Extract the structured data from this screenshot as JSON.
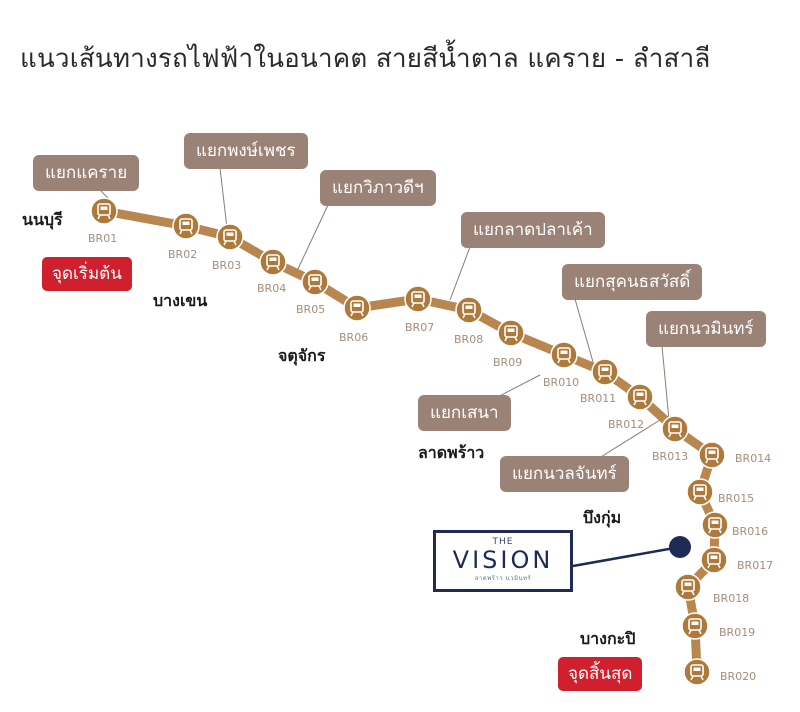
{
  "title": "แนวเส้นทางรถไฟฟ้าในอนาคต สายสีน้ำตาล แคราย - ลำสาลี",
  "colors": {
    "line": "#b8874f",
    "station_fill": "#ad7a3b",
    "callout_bg": "#9a8277",
    "endpoint_bg": "#d0202e",
    "station_code": "#a48e7a",
    "project_navy": "#1f2a55"
  },
  "stations": [
    {
      "code": "BR01",
      "icon": "train-icon"
    },
    {
      "code": "BR02",
      "icon": "train-icon"
    },
    {
      "code": "BR03",
      "icon": "train-icon"
    },
    {
      "code": "BR04",
      "icon": "train-icon"
    },
    {
      "code": "BR05",
      "icon": "train-icon"
    },
    {
      "code": "BR06",
      "icon": "train-icon"
    },
    {
      "code": "BR07",
      "icon": "train-icon"
    },
    {
      "code": "BR08",
      "icon": "train-icon"
    },
    {
      "code": "BR09",
      "icon": "train-icon"
    },
    {
      "code": "BR010",
      "icon": "train-icon"
    },
    {
      "code": "BR011",
      "icon": "train-icon"
    },
    {
      "code": "BR012",
      "icon": "train-icon"
    },
    {
      "code": "BR013",
      "icon": "train-icon"
    },
    {
      "code": "BR014",
      "icon": "train-icon"
    },
    {
      "code": "BR015",
      "icon": "train-icon"
    },
    {
      "code": "BR016",
      "icon": "train-icon"
    },
    {
      "code": "BR017",
      "icon": "train-icon"
    },
    {
      "code": "BR018",
      "icon": "train-icon"
    },
    {
      "code": "BR019",
      "icon": "train-icon"
    },
    {
      "code": "BR020",
      "icon": "train-icon"
    }
  ],
  "callouts": [
    "แยกแคราย",
    "แยกพงษ์เพชร",
    "แยกวิภาวดีฯ",
    "แยกลาดปลาเค้า",
    "แยกสุคนธสวัสดิ์",
    "แยกนวมินทร์",
    "แยกเสนา",
    "แยกนวลจันทร์"
  ],
  "districts": [
    "นนบุรี",
    "บางเขน",
    "จตุจักร",
    "ลาดพร้าว",
    "บึงกุ่ม",
    "บางกะปิ"
  ],
  "endpoints": {
    "start": "จุดเริ่มต้น",
    "end": "จุดสิ้นสุด"
  },
  "project": {
    "the": "THE",
    "name": "VISION",
    "sub": "ลาดพร้าว นวมินทร์",
    "marker": "project-location-dot"
  }
}
